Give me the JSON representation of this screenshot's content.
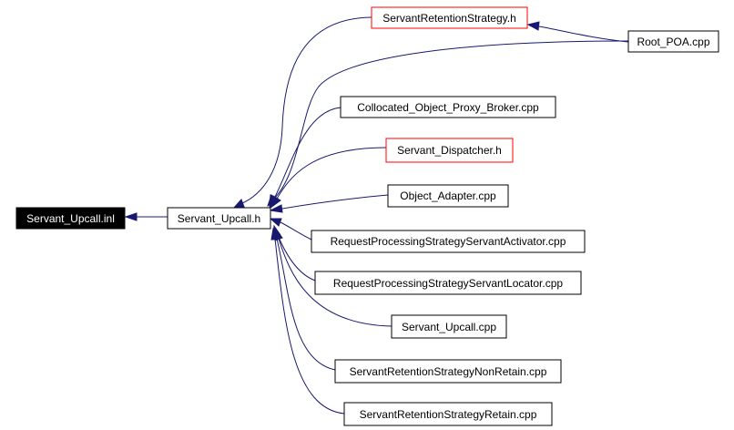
{
  "colors": {
    "edge": "#191970",
    "focus_fill": "#000000",
    "focus_text": "#ffffff",
    "node_border": "#000000",
    "incomplete_border": "#ff0000"
  },
  "nodes": {
    "servant_upcall_inl": "Servant_Upcall.inl",
    "servant_upcall_h": "Servant_Upcall.h",
    "servant_retention_strategy_h": "ServantRetentionStrategy.h",
    "root_poa_cpp": "Root_POA.cpp",
    "collocated_object_proxy_broker_cpp": "Collocated_Object_Proxy_Broker.cpp",
    "servant_dispatcher_h": "Servant_Dispatcher.h",
    "object_adapter_cpp": "Object_Adapter.cpp",
    "rps_servant_activator_cpp": "RequestProcessingStrategyServantActivator.cpp",
    "rps_servant_locator_cpp": "RequestProcessingStrategyServantLocator.cpp",
    "servant_upcall_cpp": "Servant_Upcall.cpp",
    "srs_non_retain_cpp": "ServantRetentionStrategyNonRetain.cpp",
    "srs_retain_cpp": "ServantRetentionStrategyRetain.cpp"
  }
}
